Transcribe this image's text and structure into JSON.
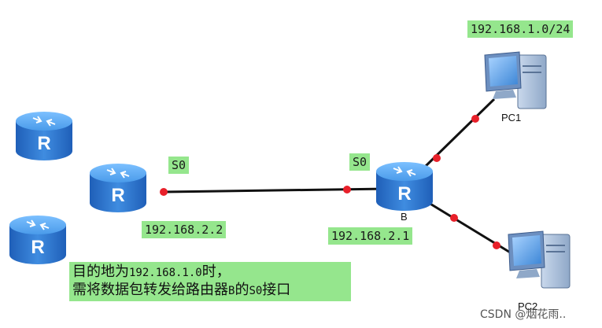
{
  "labels": {
    "network": "192.168.1.0/24",
    "s0_left": "S0",
    "s0_right": "S0",
    "ip_left": "192.168.2.2",
    "ip_right": "192.168.2.1"
  },
  "note": {
    "line1_a": "目的地为",
    "line1_ip": "192.168.1.0",
    "line1_b": "时，",
    "line2_a": "需将数据包转发给路由器",
    "line2_b": "B",
    "line2_c": "的",
    "line2_d": "S0",
    "line2_e": "接口"
  },
  "devices": {
    "router_glyph": "R",
    "router_b_name": "B",
    "pc1_name": "PC1",
    "pc2_name": "PC2"
  },
  "watermark": "CSDN @烟花雨.."
}
